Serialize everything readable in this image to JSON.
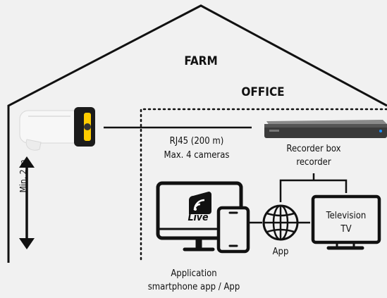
{
  "house": {
    "title": "FARM",
    "office_title": "OFFICE"
  },
  "height_label": "Min. 2 m",
  "cable": {
    "line1": "RJ45 (200 m)",
    "line2": "Max. 4 cameras"
  },
  "recorder": {
    "line1": "Recorder box",
    "line2": "recorder"
  },
  "monitor": {
    "brand_text": "Live"
  },
  "app_label": "App",
  "tv": {
    "line1": "Television",
    "line2": "TV"
  },
  "application": {
    "line1": "Application",
    "line2": "smartphone app / App"
  },
  "colors": {
    "stroke": "#111111",
    "background": "#f1f1f1",
    "recorder_body": "#3a3a3a"
  }
}
